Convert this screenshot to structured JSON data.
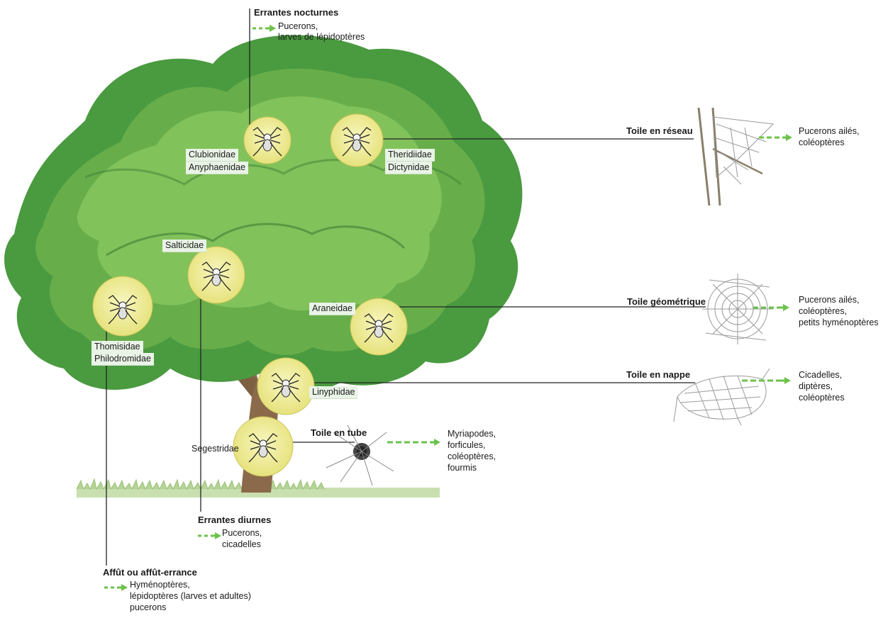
{
  "families": {
    "clubionidae": "Clubionidae",
    "anyphaenidae": "Anyphaenidae",
    "theridiidae": "Theridiidae",
    "dictynidae": "Dictynidae",
    "salticidae": "Salticidae",
    "thomisidae": "Thomisidae",
    "philodromidae": "Philodromidae",
    "araneidae": "Araneidae",
    "linyphiidae": "Linyphidae",
    "segestridae": "Segestridae"
  },
  "groups": {
    "nocturnal": {
      "title": "Errantes nocturnes",
      "prey": [
        "Pucerons,",
        "larves de lépidoptères"
      ]
    },
    "diurnal": {
      "title": "Errantes diurnes",
      "prey": [
        "Pucerons,",
        "cicadelles"
      ]
    },
    "ambush": {
      "title": "Affût ou affût-errance",
      "prey": [
        "Hyménoptères,",
        "lépidoptères (larves et adultes)",
        "pucerons"
      ]
    }
  },
  "webs": {
    "network": {
      "title": "Toile en réseau",
      "prey": [
        "Pucerons ailés,",
        "coléoptères"
      ]
    },
    "geometric": {
      "title": "Toile géométrique",
      "prey": [
        "Pucerons ailés,",
        "coléoptères,",
        "petits hyménoptères"
      ]
    },
    "sheet": {
      "title": "Toile en nappe",
      "prey": [
        "Cicadelles,",
        "diptères,",
        "coléoptères"
      ]
    },
    "tube": {
      "title": "Toile en tube",
      "prey": [
        "Myriapodes,",
        "forficules,",
        "coléoptères,",
        "fourmis"
      ]
    }
  },
  "colors": {
    "foliage_dark": "#3f8f3a",
    "foliage_light": "#7cc05a",
    "circle": "#f2ef9a",
    "arrow": "#6cc24a",
    "line": "#222222"
  }
}
